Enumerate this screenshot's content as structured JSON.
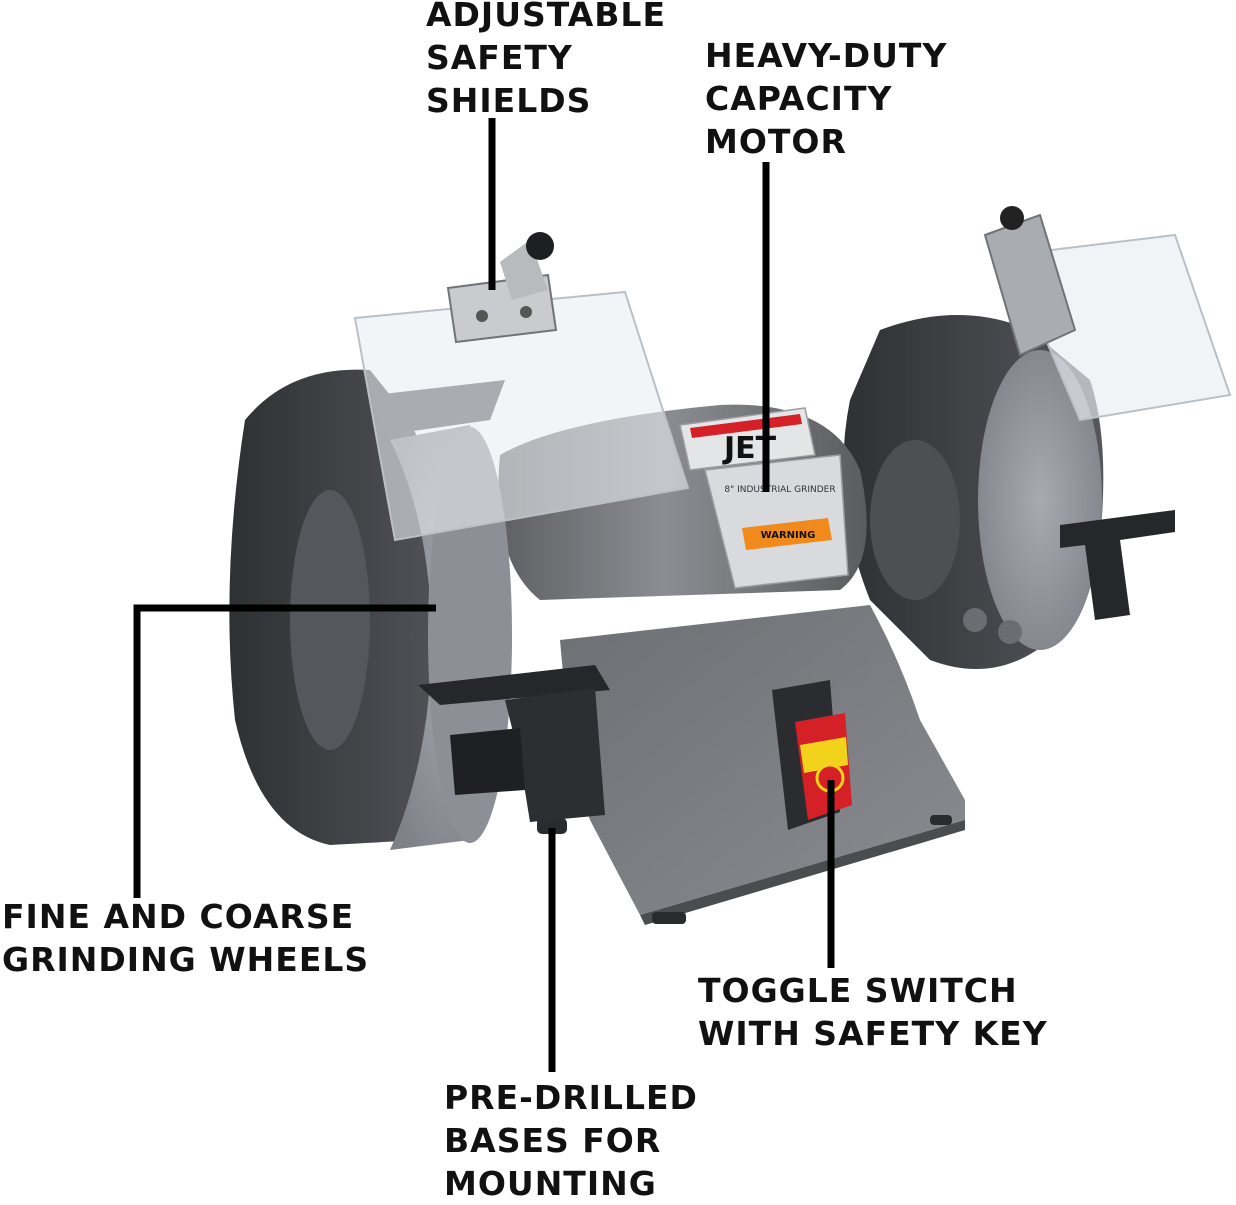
{
  "callouts": {
    "safety_shields": {
      "lines": [
        "ADJUSTABLE",
        "SAFETY",
        "SHIELDS"
      ]
    },
    "motor": {
      "lines": [
        "HEAVY-DUTY",
        "CAPACITY",
        "MOTOR"
      ]
    },
    "wheels": {
      "lines": [
        "FINE AND COARSE",
        "GRINDING WHEELS"
      ]
    },
    "switch": {
      "lines": [
        "TOGGLE SWITCH",
        "WITH SAFETY KEY"
      ]
    },
    "bases": {
      "lines": [
        "PRE-DRILLED",
        "BASES FOR",
        "MOUNTING"
      ]
    }
  },
  "product": {
    "brand_logo": "JET",
    "nameplate_title": "8\" INDUSTRIAL GRINDER",
    "warning_label": "WARNING"
  },
  "colors": {
    "text": "#111111",
    "leader_line": "#000000",
    "body_gray": "#7d7f84",
    "wheel_gray": "#9a9ca3",
    "guard_dark": "#3e3f43",
    "switch_red": "#d42026",
    "switch_yellow": "#f2d21a",
    "warning_orange": "#f08a1c"
  }
}
